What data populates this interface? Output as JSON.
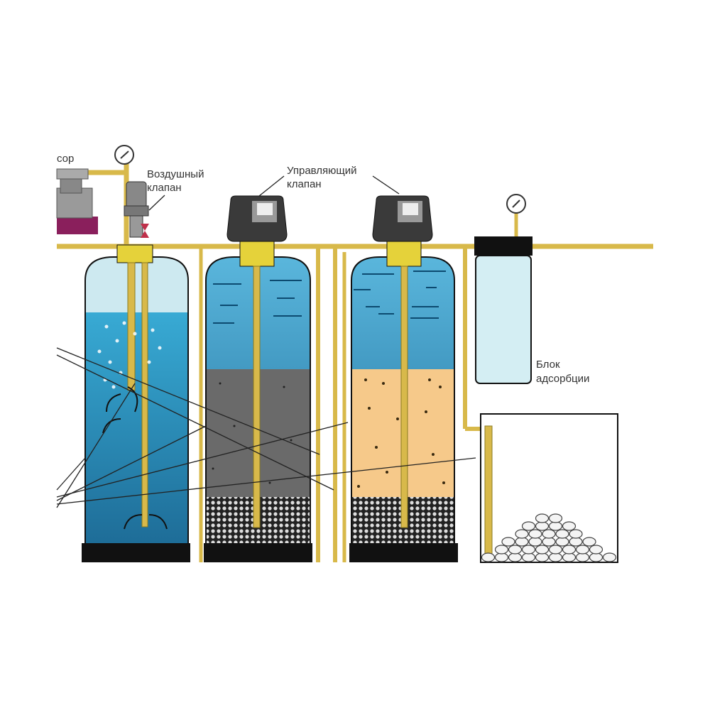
{
  "labels": {
    "compressor_partial": "сор",
    "air_valve_line1": "Воздушный",
    "air_valve_line2": "клапан",
    "control_valve_line1": "Управляющий",
    "control_valve_line2": "клапан",
    "adsorption_line1": "Блок",
    "adsorption_line2": "адсорбции"
  },
  "colors": {
    "pipe": "#d8b94a",
    "water": "#2f8fc0",
    "water_light": "#cde9f0",
    "carbon": "#6a6a6a",
    "sand": "#f6c98a",
    "base": "#111111",
    "compressor_base": "#8a1f5c"
  }
}
